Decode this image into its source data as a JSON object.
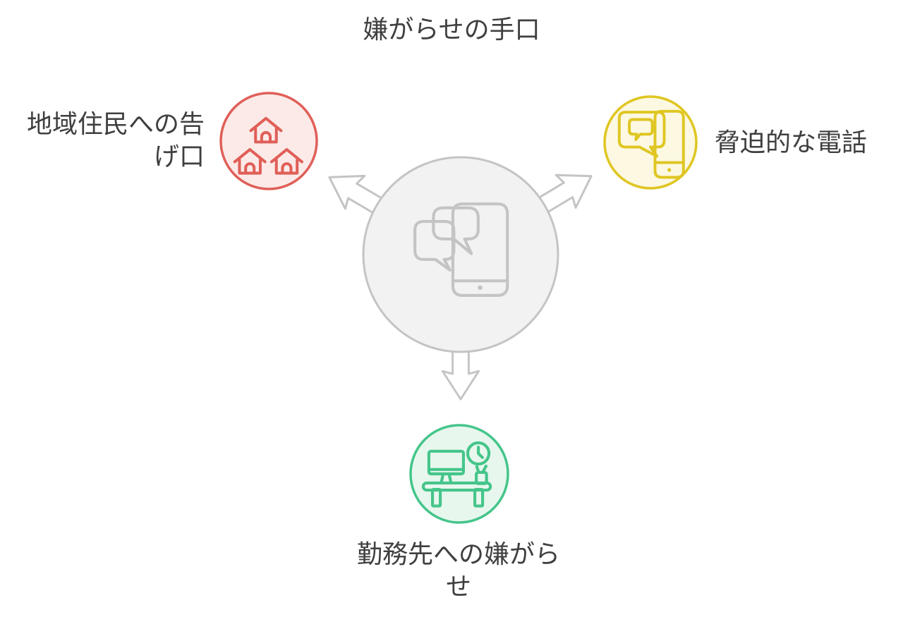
{
  "title": "嫌がらせの手口",
  "center_node": {
    "icon": "smartphone-chat-icon",
    "fill": "#F2F2F2",
    "stroke": "#C4C4C4"
  },
  "arrows": {
    "directions": [
      "up-left",
      "up-right",
      "down"
    ],
    "fill": "#FAFAFA",
    "stroke": "#C4C4C4"
  },
  "nodes": [
    {
      "id": "neighbors",
      "position": "top-left",
      "label": "地域住民への告げ口",
      "label_lines": [
        "地域住民への告",
        "げ口"
      ],
      "icon": "houses-icon",
      "accent": "#E05F58",
      "fill": "#FBEAE8"
    },
    {
      "id": "threatening-calls",
      "position": "top-right",
      "label": "脅迫的な電話",
      "label_lines": [
        "脅迫的な電話"
      ],
      "icon": "smartphone-message-icon",
      "accent": "#DFC622",
      "fill": "#FCF8E1"
    },
    {
      "id": "workplace",
      "position": "bottom",
      "label": "勤務先への嫌がらせ",
      "label_lines": [
        "勤務先への嫌がら",
        "せ"
      ],
      "icon": "office-desk-icon",
      "accent": "#45C58A",
      "fill": "#E7F7EE"
    }
  ],
  "colors": {
    "background": "#FFFFFF",
    "text": "#3F3F3F",
    "center_fill": "#F2F2F2",
    "gray_stroke": "#C4C4C4",
    "arrow_fill": "#FAFAFA"
  }
}
